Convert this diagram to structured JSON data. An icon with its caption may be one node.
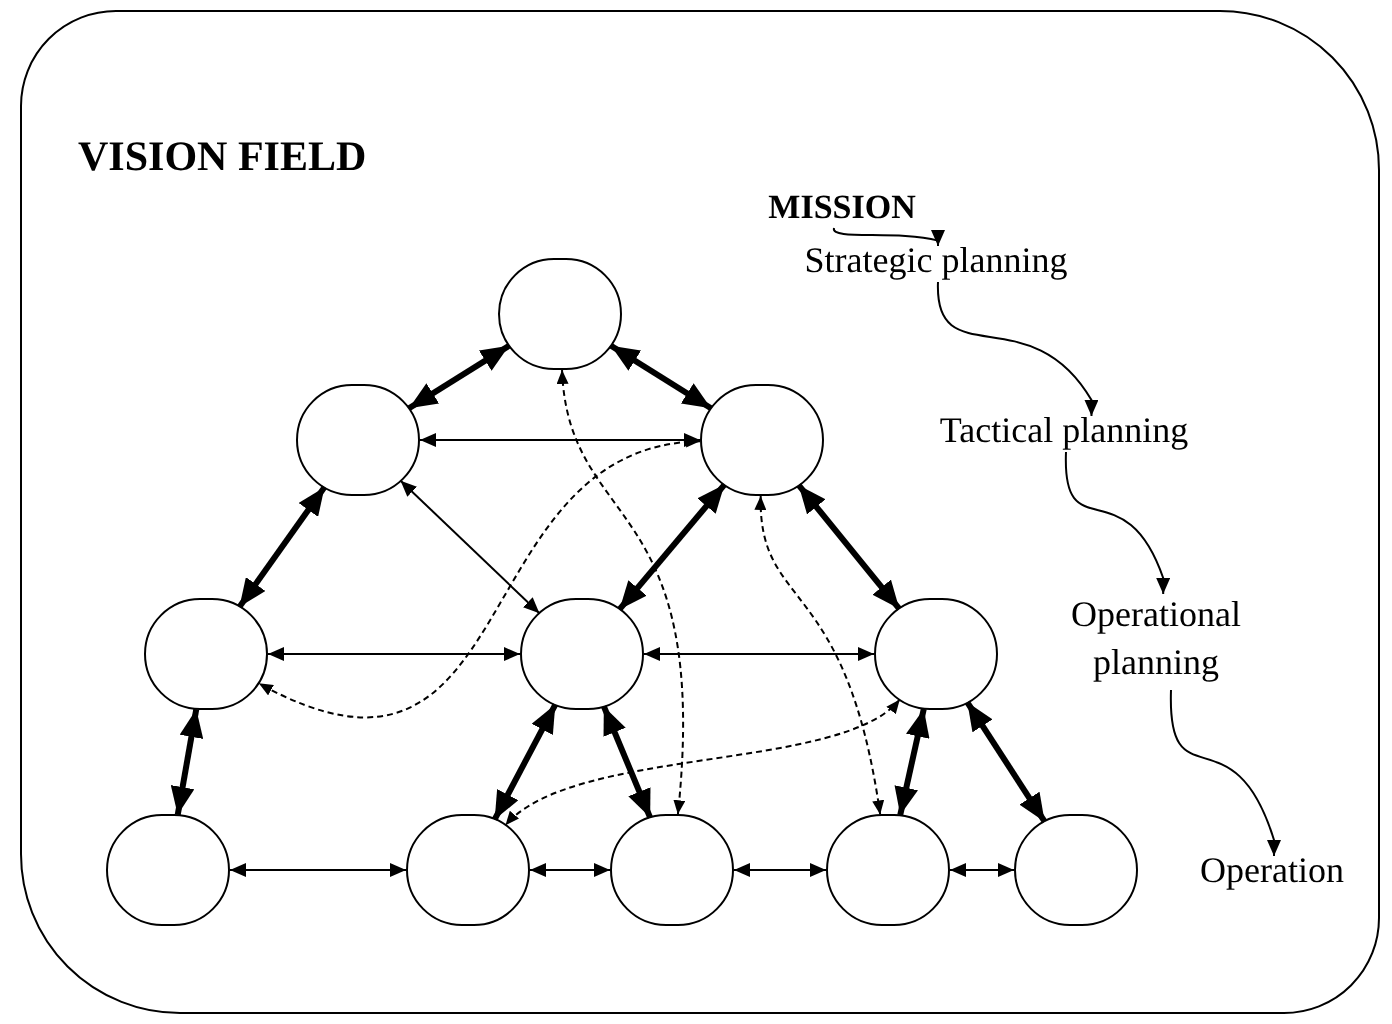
{
  "diagram": {
    "nodes": [
      {
        "text": [
          "VISION FIELD"
        ]
      },
      {
        "text": [],
        "shape": "circle",
        "in": 0
      },
      {
        "text": [],
        "shape": "circle",
        "in": 0
      },
      {
        "text": [],
        "shape": "circle",
        "in": 0
      },
      {
        "text": [],
        "shape": "circle",
        "in": 0
      },
      {
        "text": [],
        "shape": "circle",
        "in": 0
      },
      {
        "text": [],
        "shape": "circle",
        "in": 0
      },
      {
        "text": [],
        "shape": "circle",
        "in": 0
      },
      {
        "text": [],
        "shape": "circle",
        "in": 0
      },
      {
        "text": [],
        "shape": "circle",
        "in": 0
      },
      {
        "text": [],
        "shape": "circle",
        "in": 0
      },
      {
        "text": [],
        "shape": "circle",
        "in": 0
      },
      {
        "text": [
          "MISSION"
        ],
        "in": 0
      },
      {
        "text": [
          "Strategic planning"
        ],
        "in": 0
      },
      {
        "text": [
          "Tactical planning"
        ],
        "in": 0
      },
      {
        "text": [
          "Operational planning"
        ],
        "in": 0
      },
      {
        "text": [
          "Operation"
        ],
        "in": 0
      }
    ],
    "edges": [
      {
        "from": 1,
        "to": 2,
        "arrow": "both",
        "style": "thick"
      },
      {
        "from": 1,
        "to": 3,
        "arrow": "both",
        "style": "thick"
      },
      {
        "from": 2,
        "to": 3,
        "arrow": "both"
      },
      {
        "from": 2,
        "to": 4,
        "arrow": "both",
        "style": "thick"
      },
      {
        "from": 2,
        "to": 5,
        "arrow": "both"
      },
      {
        "from": 3,
        "to": 5,
        "arrow": "both",
        "style": "thick"
      },
      {
        "from": 3,
        "to": 6,
        "arrow": "both",
        "style": "thick"
      },
      {
        "from": 4,
        "to": 5,
        "arrow": "both"
      },
      {
        "from": 5,
        "to": 6,
        "arrow": "both"
      },
      {
        "from": 4,
        "to": 7,
        "arrow": "both",
        "style": "thick"
      },
      {
        "from": 5,
        "to": 8,
        "arrow": "both",
        "style": "thick"
      },
      {
        "from": 5,
        "to": 9,
        "arrow": "both",
        "style": "thick"
      },
      {
        "from": 6,
        "to": 10,
        "arrow": "both",
        "style": "thick"
      },
      {
        "from": 6,
        "to": 11,
        "arrow": "both",
        "style": "thick"
      },
      {
        "from": 7,
        "to": 8,
        "arrow": "both"
      },
      {
        "from": 8,
        "to": 9,
        "arrow": "both"
      },
      {
        "from": 9,
        "to": 10,
        "arrow": "both"
      },
      {
        "from": 10,
        "to": 11,
        "arrow": "both"
      },
      {
        "from": 1,
        "to": 9,
        "arrow": "both",
        "style": "dashed"
      },
      {
        "from": 3,
        "to": 4,
        "arrow": "both",
        "style": "dashed"
      },
      {
        "from": 3,
        "to": 10,
        "arrow": "both",
        "style": "dashed"
      },
      {
        "from": 6,
        "to": 8,
        "arrow": "both",
        "style": "dashed"
      },
      {
        "from": 12,
        "to": 13,
        "arrow": "to"
      },
      {
        "from": 13,
        "to": 14,
        "arrow": "to"
      },
      {
        "from": 14,
        "to": 15,
        "arrow": "to"
      },
      {
        "from": 15,
        "to": 16,
        "arrow": "to"
      }
    ]
  }
}
